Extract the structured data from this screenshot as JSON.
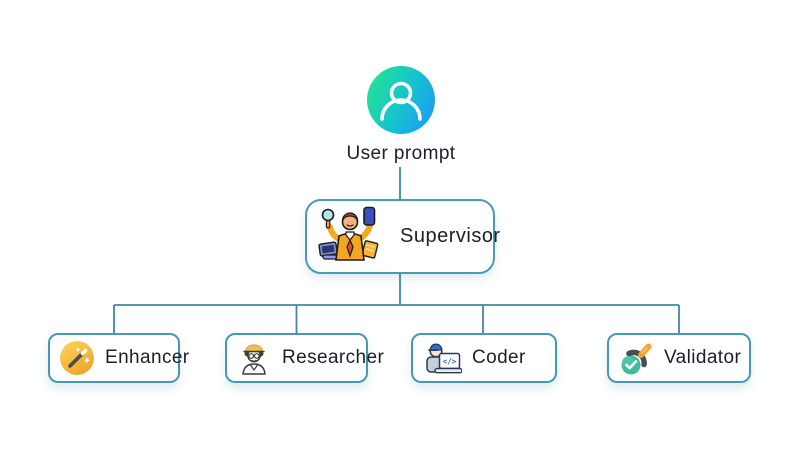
{
  "user_node": {
    "label": "User prompt",
    "icon": "user-avatar-icon"
  },
  "supervisor_node": {
    "label": "Supervisor",
    "icon": "supervisor-multitask-icon"
  },
  "agent_nodes": [
    {
      "label": "Enhancer",
      "icon": "magic-wand-icon"
    },
    {
      "label": "Researcher",
      "icon": "researcher-person-icon"
    },
    {
      "label": "Coder",
      "icon": "coder-laptop-icon"
    },
    {
      "label": "Validator",
      "icon": "approval-stamp-icon"
    }
  ],
  "colors": {
    "connector": "#3e8aa0",
    "supervisor_border": "#4a9ab3",
    "agent_border": "#4598b8",
    "avatar_gradient_start": "#24e295",
    "avatar_gradient_end": "#1e9bf3",
    "text": "#1d1d2b",
    "enhancer_yellow": "#f6c244",
    "validator_green": "#3fbd9a",
    "coder_blue": "#2f6fd0",
    "supervisor_orange": "#f5a623"
  }
}
